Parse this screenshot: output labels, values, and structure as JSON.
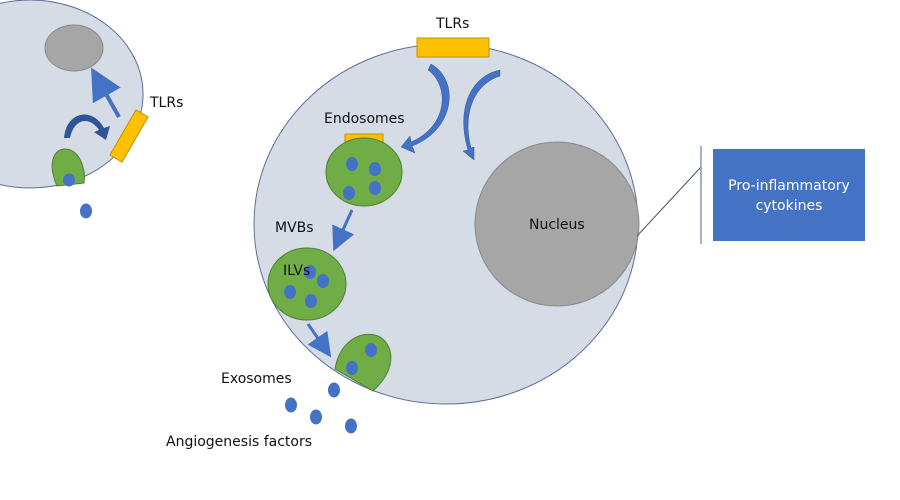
{
  "labels": {
    "tlrs_small": "TLRs",
    "tlrs_main": "TLRs",
    "endosomes": "Endosomes",
    "mvbs": "MVBs",
    "ilvs": "ILVs",
    "nucleus": "Nucleus",
    "exosomes": "Exosomes",
    "angiogenesis": "Angiogenesis factors",
    "cytokines_line1": "Pro-inflammatory",
    "cytokines_line2": "cytokines"
  },
  "colors": {
    "cell": "#d5dce6",
    "cell_stroke": "#5a6f9a",
    "nucleus": "#a6a6a6",
    "receptor": "#ffc000",
    "vesicle": "#70ad47",
    "particle": "#4472c4",
    "arrow": "#4472c4",
    "arrow_dark": "#2f5597",
    "box": "#4472c4"
  }
}
